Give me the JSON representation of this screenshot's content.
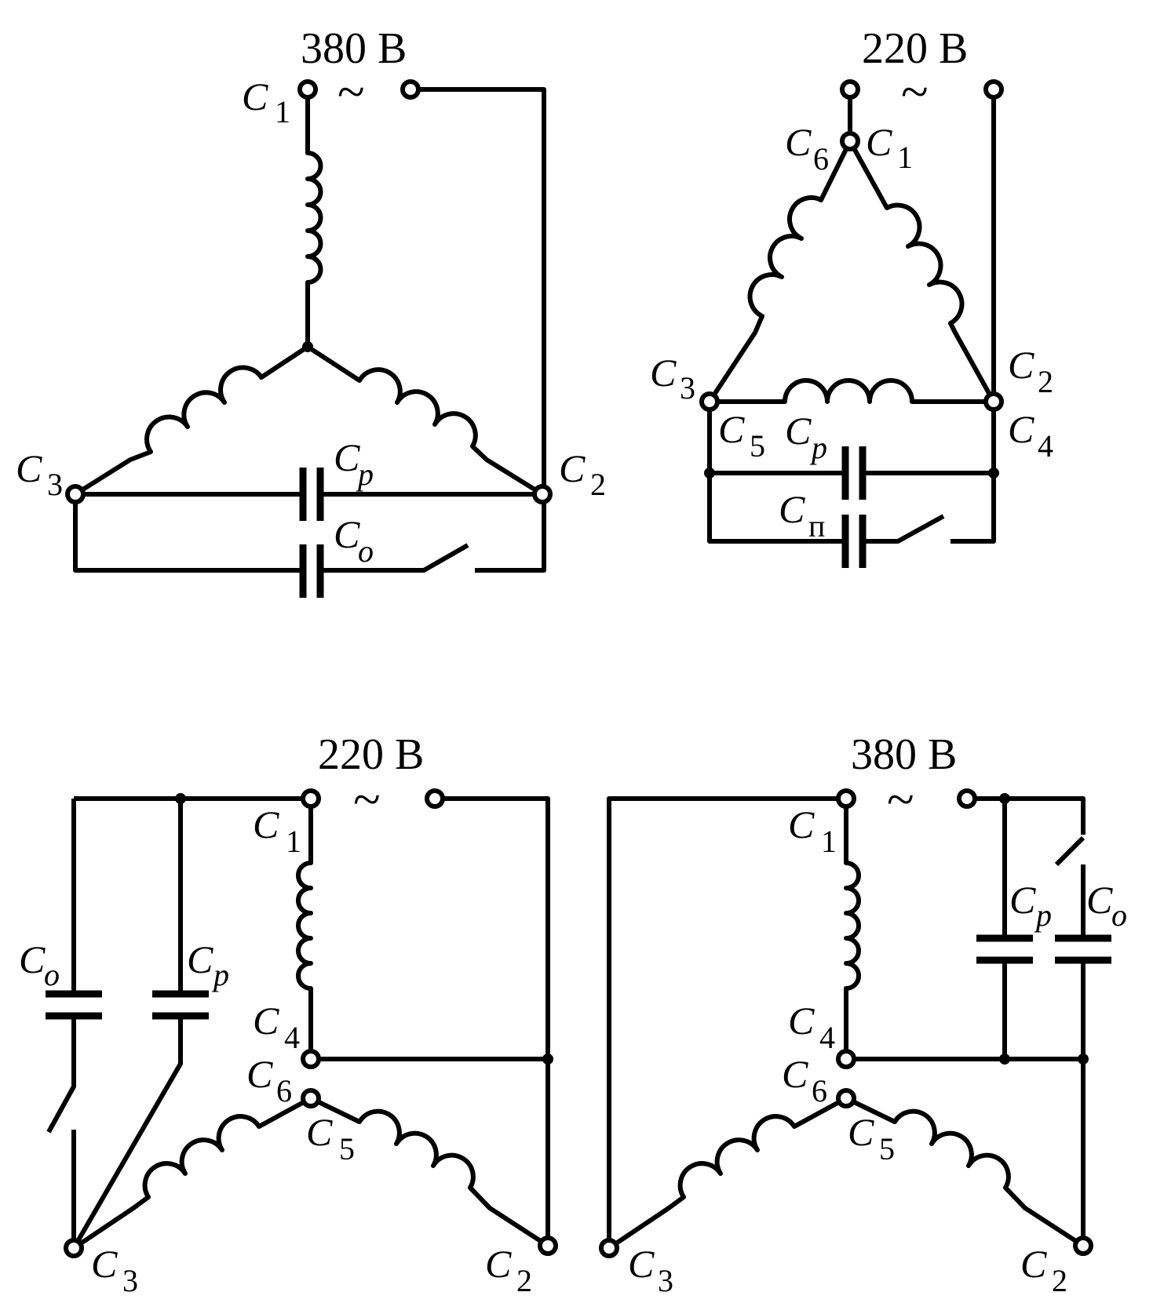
{
  "diagrams": {
    "top_left": {
      "voltage": "380 В",
      "ac_symbol": "~"
    },
    "top_right": {
      "voltage": "220 В",
      "ac_symbol": "~"
    },
    "bottom_left": {
      "voltage": "220 В",
      "ac_symbol": "~"
    },
    "bottom_right": {
      "voltage": "380 В",
      "ac_symbol": "~"
    }
  },
  "labels": {
    "C": "C",
    "sub_1": "1",
    "sub_2": "2",
    "sub_3": "3",
    "sub_4": "4",
    "sub_5": "5",
    "sub_6": "6",
    "sub_p": "p",
    "sub_o": "o",
    "sub_pi": "п"
  }
}
